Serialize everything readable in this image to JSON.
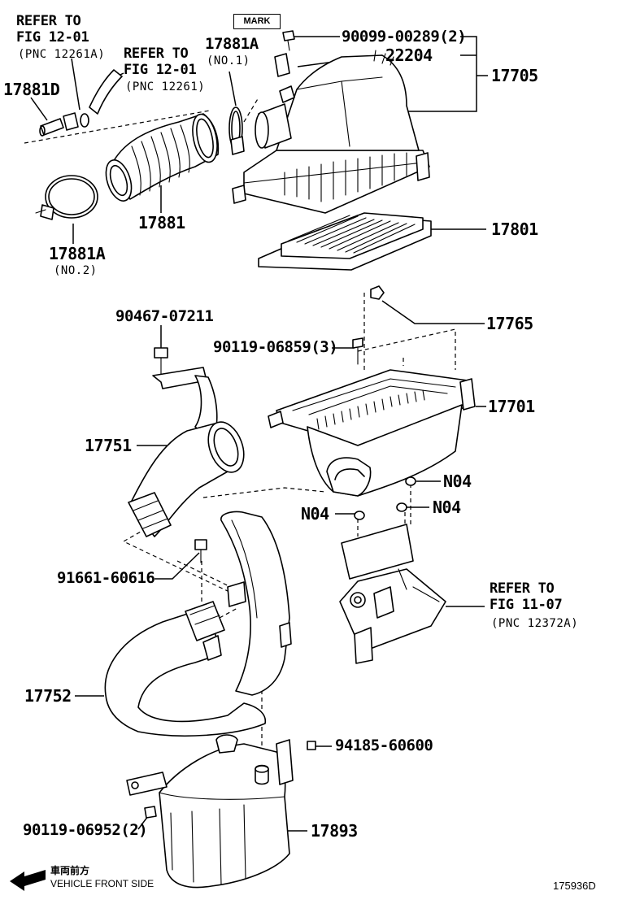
{
  "diagram_id": "175936D",
  "mark_label": "MARK",
  "direction": {
    "jp": "車両前方",
    "en": "VEHICLE FRONT SIDE"
  },
  "refs": {
    "ref_12261a": {
      "line1": "REFER TO",
      "line2": "FIG 12-01",
      "line3": "(PNC 12261A)"
    },
    "ref_12261": {
      "line1": "REFER TO",
      "line2": "FIG 12-01",
      "line3": "(PNC 12261)"
    },
    "ref_12372a": {
      "line1": "REFER TO",
      "line2": "FIG 11-07",
      "line3": "(PNC 12372A)"
    }
  },
  "parts": {
    "p17881D": "17881D",
    "p17881A_1": "17881A",
    "p17881A_1_sub": "(NO.1)",
    "p90099": "90099-00289(2)",
    "p22204": "22204",
    "p17705": "17705",
    "p17881": "17881",
    "p17881A_2": "17881A",
    "p17881A_2_sub": "(NO.2)",
    "p17801": "17801",
    "p90467": "90467-07211",
    "p17765": "17765",
    "p90119a": "90119-06859(3)",
    "p17701": "17701",
    "p17751": "17751",
    "pN04a": "N04",
    "pN04b": "N04",
    "pN04c": "N04",
    "p91661": "91661-60616",
    "p17752": "17752",
    "p94185": "94185-60600",
    "p90119b": "90119-06952(2)",
    "p17893": "17893"
  }
}
